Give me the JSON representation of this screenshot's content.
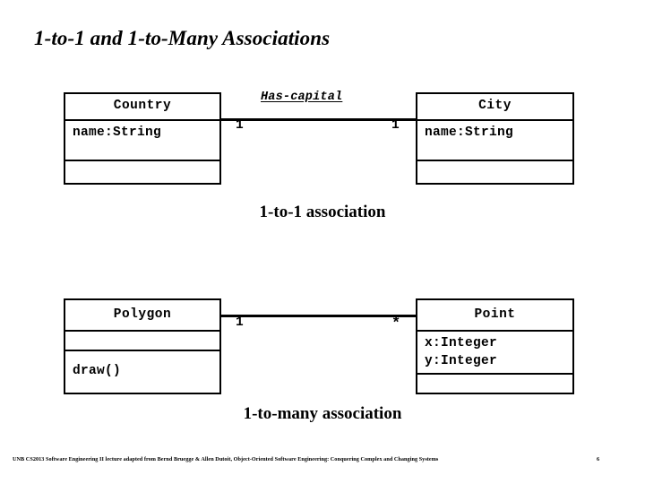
{
  "slide": {
    "title": "1-to-1 and 1-to-Many Associations",
    "background_color": "#ffffff",
    "ink_color": "#000000"
  },
  "diagrams": [
    {
      "id": "one-to-one",
      "caption": "1-to-1 association",
      "association": {
        "label": "Has-capital",
        "label_style": "italic-underlined",
        "source_multiplicity": "1",
        "target_multiplicity": "1"
      },
      "left_class": {
        "name": "Country",
        "attributes": [
          "name:String"
        ],
        "operations": []
      },
      "right_class": {
        "name": "City",
        "attributes": [
          "name:String"
        ],
        "operations": []
      }
    },
    {
      "id": "one-to-many",
      "caption": "1-to-many association",
      "association": {
        "label": "",
        "label_style": "none",
        "source_multiplicity": "1",
        "target_multiplicity": "*"
      },
      "left_class": {
        "name": "Polygon",
        "attributes": [],
        "operations": [
          "draw()"
        ]
      },
      "right_class": {
        "name": "Point",
        "attributes": [
          "x:Integer",
          "y:Integer"
        ],
        "operations": []
      }
    }
  ],
  "footer": {
    "citation": "UNB CS2013 Software Engineering II lecture adapted from Bernd Bruegge & Allen Dutoit, Object-Oriented Software Engineering: Conquering Complex and Changing Systems",
    "page_number": "6"
  }
}
